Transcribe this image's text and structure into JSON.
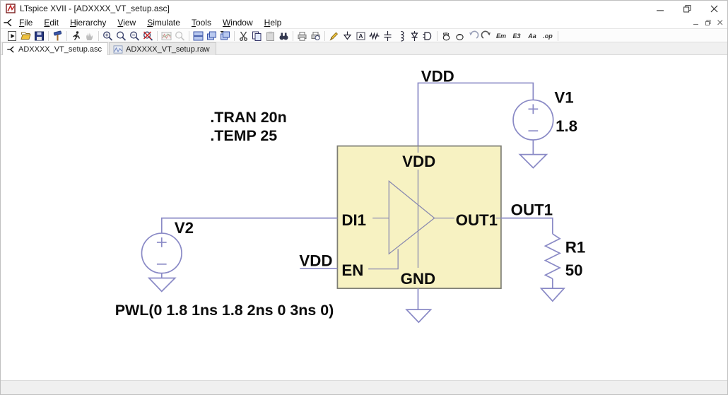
{
  "window": {
    "title": "LTspice XVII - [ADXXXX_VT_setup.asc]"
  },
  "menu": {
    "items": [
      "File",
      "Edit",
      "Hierarchy",
      "View",
      "Simulate",
      "Tools",
      "Window",
      "Help"
    ]
  },
  "toolbar": {
    "icons": [
      "new-schematic",
      "open-folder",
      "save",
      "control-panel",
      "run",
      "halt",
      "zoom-in",
      "zoom-box",
      "zoom-out",
      "zoom-extents",
      "waveform-pane",
      "zoom-disabled",
      "tile-horizontal",
      "cascade-windows",
      "cascade-new",
      "cut",
      "copy",
      "paste",
      "find",
      "print",
      "print-preview",
      "wire-pencil",
      "ground",
      "net-label",
      "resistor",
      "capacitor",
      "inductor",
      "diode",
      "component",
      "move-hand",
      "drag-hand",
      "undo",
      "redo",
      "mirror",
      "rotate",
      "text",
      "spice-directive"
    ],
    "glyphs": {
      "label_a": "A",
      "mirror": "Em",
      "rotate": "E3",
      "text": "Aa",
      "directive": ".op"
    }
  },
  "tabs": [
    {
      "label": "ADXXXX_VT_setup.asc",
      "icon": "schematic-icon",
      "active": true
    },
    {
      "label": "ADXXXX_VT_setup.raw",
      "icon": "waveform-icon",
      "active": false
    }
  ],
  "schematic": {
    "directives": {
      "tran": ".TRAN 20n",
      "temp": ".TEMP 25"
    },
    "net_labels": {
      "vdd_top": "VDD",
      "vdd_en": "VDD",
      "out1": "OUT1"
    },
    "ic_pins": {
      "vdd": "VDD",
      "di1": "DI1",
      "out1": "OUT1",
      "en": "EN",
      "gnd": "GND"
    },
    "sources": {
      "v1": {
        "name": "V1",
        "value": "1.8"
      },
      "v2": {
        "name": "V2",
        "value": "PWL(0 1.8 1ns 1.8 2ns 0 3ns 0)"
      }
    },
    "resistor": {
      "name": "R1",
      "value": "50"
    },
    "colors": {
      "wire": "#8a8ac6",
      "symbol": "#8a8ab0",
      "ic_fill": "#f7f2c2",
      "ic_border": "#7d7d74",
      "text": "#0b0b0b"
    }
  },
  "statusbar": {
    "text": ""
  }
}
